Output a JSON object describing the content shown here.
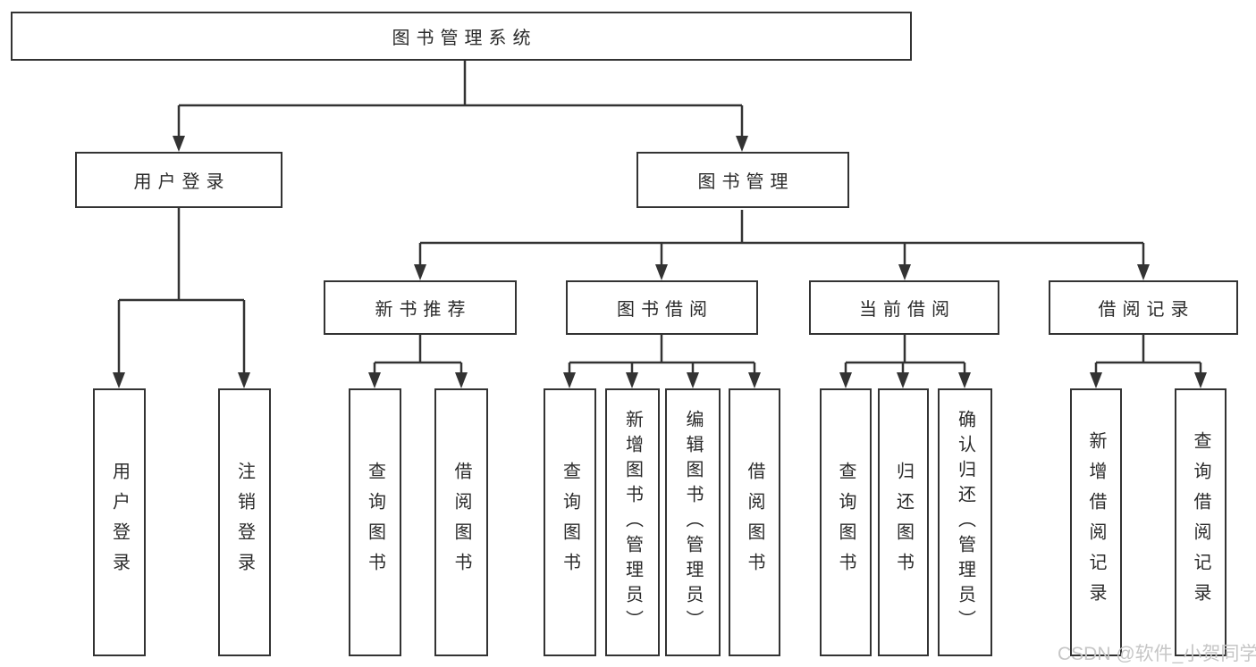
{
  "diagram": {
    "title": "图书管理系统",
    "root": {
      "label": "图书管理系统"
    },
    "branches": [
      {
        "label": "用户登录",
        "children": [
          {
            "label": "用户登录"
          },
          {
            "label": "注销登录"
          }
        ]
      },
      {
        "label": "图书管理",
        "children": [
          {
            "label": "新书推荐",
            "children": [
              {
                "label": "查询图书"
              },
              {
                "label": "借阅图书"
              }
            ]
          },
          {
            "label": "图书借阅",
            "children": [
              {
                "label": "查询图书"
              },
              {
                "label": "新增图书（管理员）"
              },
              {
                "label": "编辑图书（管理员）"
              },
              {
                "label": "借阅图书"
              }
            ]
          },
          {
            "label": "当前借阅",
            "children": [
              {
                "label": "查询图书"
              },
              {
                "label": "归还图书"
              },
              {
                "label": "确认归还（管理员）"
              }
            ]
          },
          {
            "label": "借阅记录",
            "children": [
              {
                "label": "新增借阅记录"
              },
              {
                "label": "查询借阅记录"
              }
            ]
          }
        ]
      }
    ]
  },
  "watermark": {
    "text": "CSDN @软件_小贺同学"
  },
  "colors": {
    "line": "#333333",
    "text": "#2b2b2b",
    "watermark": "#c6c6c6",
    "bg": "#ffffff"
  }
}
